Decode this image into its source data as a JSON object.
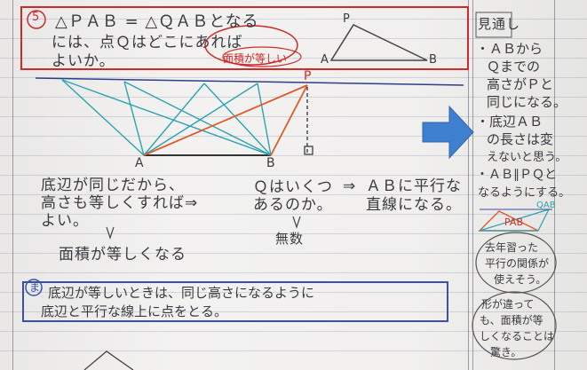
{
  "problem": {
    "number": "5",
    "line1": "△ＰＡＢ = △ＱＡＢとなる",
    "line2": "には、点Ｑはどこにあれば",
    "line3": "よいか。",
    "note": "面積が等しい",
    "triangle": {
      "p": "P",
      "a": "A",
      "b": "B"
    }
  },
  "figure": {
    "p": "P",
    "a": "A",
    "b": "B"
  },
  "explanation": {
    "line1": "底辺が同じだから、",
    "line2": "高さも等しくすれば⇒",
    "line3": "よい。",
    "q_line1": "Ｑはいくつ",
    "q_line2": "あるのか。",
    "arrow": "⇒",
    "ab_line1": "ＡＢに平行な",
    "ab_line2": "直線になる。",
    "area_label": "面積が等しくなる",
    "infinite_label": "無数"
  },
  "summary": {
    "badge": "ま",
    "line1": "底辺が等しいときは、同じ高さになるように",
    "line2": "底辺と平行な線上に点をとる。"
  },
  "sidebar": {
    "title": "見通し",
    "lines": [
      "・ＡＢから",
      "Ｑまでの",
      "高さがＰと",
      "同じになる。",
      "・底辺ＡＢ",
      "の長さは変",
      "えないと思う。",
      "・ＡＢ∥ＰＱと",
      "なるようにする。"
    ],
    "triangle_labels": {
      "pab": "PAB",
      "qab": "QAB"
    },
    "bubble1": [
      "去年習った",
      "平行の関係が",
      "使えそう。"
    ],
    "bubble2": [
      "形が違って",
      "も、面積が等",
      "しくなることは",
      "驚き。"
    ]
  },
  "colors": {
    "red_ink": "#cc2c2a",
    "blue_ink": "#3b4fa8",
    "teal_ink": "#2aa3b0",
    "orange_ink": "#e05a2b",
    "arrow_blue": "#3f7fcf"
  }
}
